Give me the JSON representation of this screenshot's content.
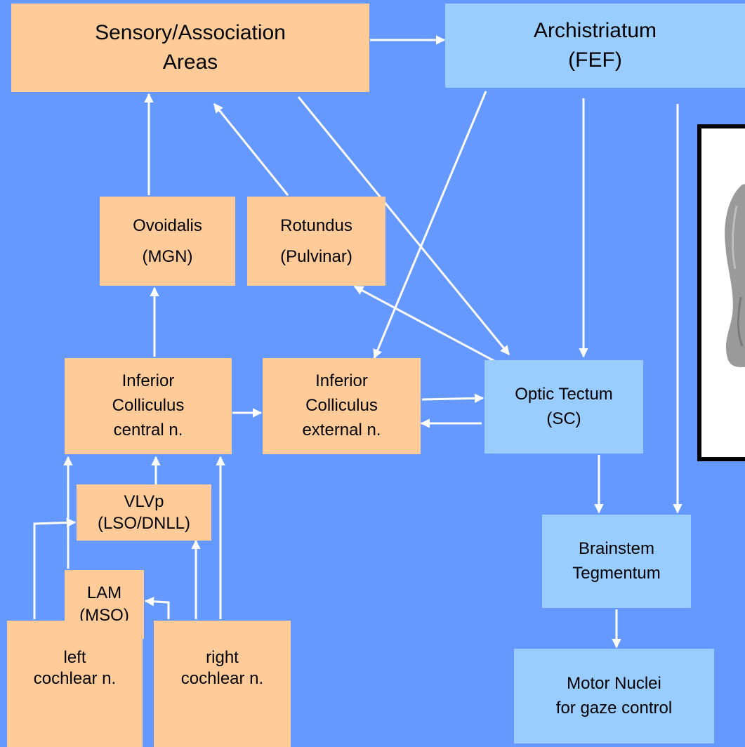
{
  "boxes": {
    "sensory": {
      "line1": "Sensory/Association",
      "line2": "Areas"
    },
    "archistriatum": {
      "line1": "Archistriatum",
      "line2": "(FEF)"
    },
    "ovoidalis": {
      "line1": "Ovoidalis",
      "line2": "(MGN)"
    },
    "rotundus": {
      "line1": "Rotundus",
      "line2": "(Pulvinar)"
    },
    "ic_central": {
      "line1": "Inferior",
      "line2": "Colliculus",
      "line3": "central n."
    },
    "ic_external": {
      "line1": "Inferior",
      "line2": "Colliculus",
      "line3": "external n."
    },
    "optic_tectum": {
      "line1": "Optic Tectum",
      "line2": "(SC)"
    },
    "vlvp": {
      "line1": "VLVp",
      "line2": "(LSO/DNLL)"
    },
    "lam": {
      "line1": "LAM",
      "line2": "(MSO)"
    },
    "brainstem": {
      "line1": "Brainstem",
      "line2": "Tegmentum"
    },
    "motor": {
      "line1": "Motor Nuclei",
      "line2": "for gaze control"
    },
    "left_cochlear": {
      "line1": "left",
      "line2": "cochlear n."
    },
    "right_cochlear": {
      "line1": "right",
      "line2": "cochlear n."
    }
  },
  "colors": {
    "background": "#6699ff",
    "orange_box": "#ffcc99",
    "blue_box": "#99ccff",
    "arrow": "#ffffff"
  }
}
